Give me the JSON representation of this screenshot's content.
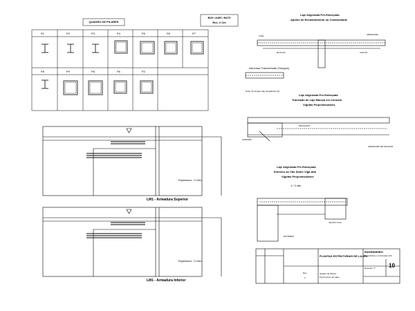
{
  "pillar_table": {
    "title": "QUADRO DE PILARES",
    "row1": [
      "P1",
      "P2",
      "P3",
      "P4",
      "P5",
      "P6",
      "P7"
    ],
    "row2": [
      "P8",
      "P9",
      "P8",
      "P6",
      "P2"
    ]
  },
  "spec_box": {
    "line1": "B25 / A450 / B270",
    "line2": "Rec. 2 Cm"
  },
  "plans": [
    {
      "title": "LM1 - Armadura Superior",
      "note": "Espessura - 0.10m"
    },
    {
      "title": "LM1 - Armadura Inferior",
      "note": "Espessura - 0.10m"
    }
  ],
  "details": {
    "d1_title": "Laje Aligeirada Pré-Esforçada",
    "d1_subtitle": "Apoios de Encastramento ou Continuidade",
    "d1b_title": "Nervuras Transversais (Tarugos)",
    "d1b_note": "Nota: Só tarugos são obrigatórios (5)",
    "d2_title": "Laje Aligeirada Pré-Esforçada",
    "d2_sub1": "Transição de Laje Maciça em Consola",
    "d2_sub2": "Vigotas Perpendiculares",
    "d3_title": "Laje Aligeirada Pré-Esforçada",
    "d3_sub1": "Extremo do Vão Sobre Viga Alta",
    "d3_sub2": "Vigotas Perpendiculares",
    "d3_dim": "1 / 3 vão",
    "labels": [
      "LAJE",
      "ARMADURA",
      "BLOCOS",
      "VIGOTA",
      "VARIAVEL",
      "MACIÇADO",
      "BLOCO COF.",
      "ARMADURA DE SOLIDAR",
      "ESTRIBOS"
    ]
  },
  "title_block": {
    "project": "PLANTAS ESTRUTURAIS DE LAJES",
    "company": "ENGENHEIRO",
    "company_sub": "Engenharia e construção civil",
    "drawing": "Desenho nº",
    "sheet_number": "10",
    "scale_label": "Esc.:",
    "scale_value": "1:",
    "content": "Quadro de Pilares",
    "content2": "Pormenores de Lajes"
  }
}
